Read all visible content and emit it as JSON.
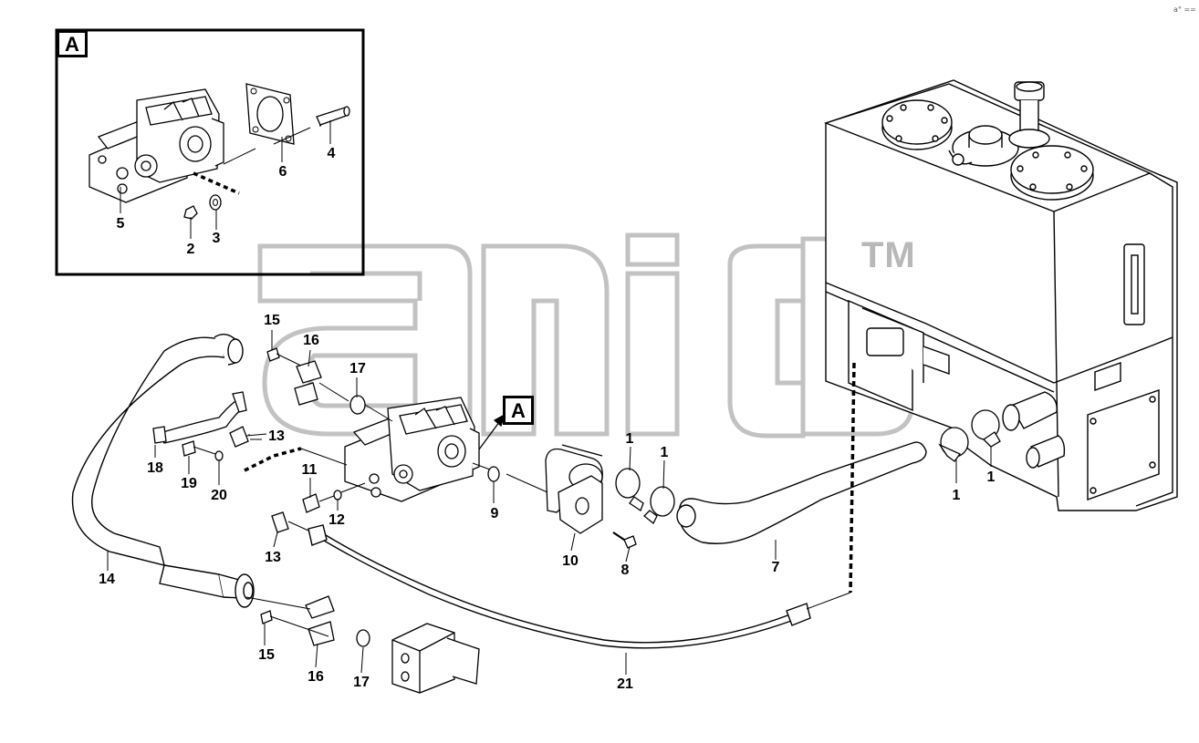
{
  "detail_box": {
    "tag": "A"
  },
  "callout": {
    "tag": "A"
  },
  "watermark": {
    "trademark": "TM"
  },
  "corner_mark": "a° ==",
  "labels": [
    {
      "id": "1a",
      "text": "1"
    },
    {
      "id": "1b",
      "text": "1"
    },
    {
      "id": "1c",
      "text": "1"
    },
    {
      "id": "1d",
      "text": "1"
    },
    {
      "id": "2",
      "text": "2"
    },
    {
      "id": "3",
      "text": "3"
    },
    {
      "id": "4",
      "text": "4"
    },
    {
      "id": "5",
      "text": "5"
    },
    {
      "id": "6",
      "text": "6"
    },
    {
      "id": "7",
      "text": "7"
    },
    {
      "id": "8",
      "text": "8"
    },
    {
      "id": "9",
      "text": "9"
    },
    {
      "id": "10",
      "text": "10"
    },
    {
      "id": "11",
      "text": "11"
    },
    {
      "id": "12",
      "text": "12"
    },
    {
      "id": "13a",
      "text": "13"
    },
    {
      "id": "13b",
      "text": "13"
    },
    {
      "id": "14",
      "text": "14"
    },
    {
      "id": "15a",
      "text": "15"
    },
    {
      "id": "15b",
      "text": "15"
    },
    {
      "id": "16a",
      "text": "16"
    },
    {
      "id": "16b",
      "text": "16"
    },
    {
      "id": "17a",
      "text": "17"
    },
    {
      "id": "17b",
      "text": "17"
    },
    {
      "id": "18",
      "text": "18"
    },
    {
      "id": "19",
      "text": "19"
    },
    {
      "id": "20",
      "text": "20"
    },
    {
      "id": "21",
      "text": "21"
    }
  ],
  "colors": {
    "line": "#000000",
    "watermark": "#b8b8b8",
    "part_fill": "#ffffff",
    "shade": "#d9d9d9"
  }
}
